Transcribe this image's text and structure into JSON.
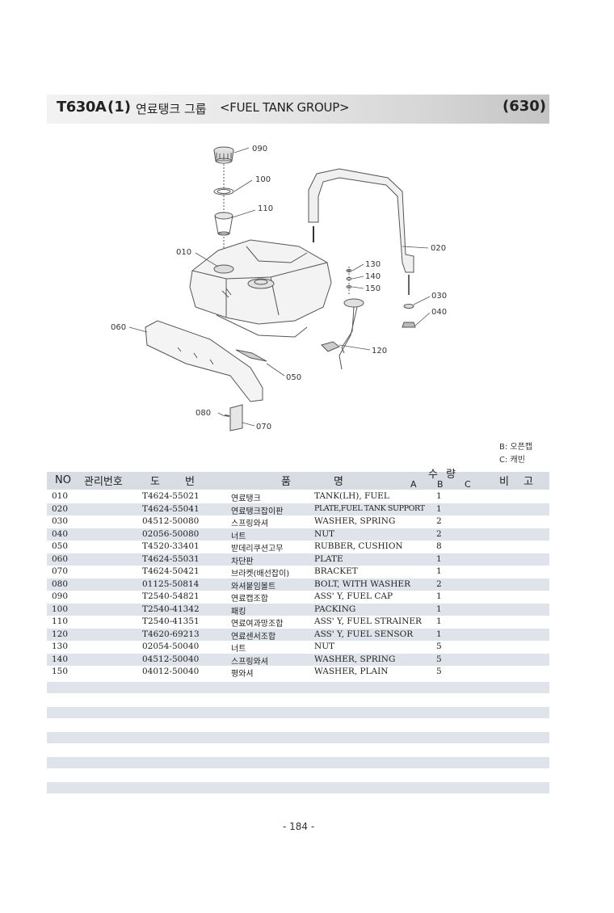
{
  "title": {
    "code": "T630A",
    "sub": "(1)",
    "korean": "연료탱크 그룹",
    "english": "<FUEL TANK GROUP>",
    "page_code": "(630)"
  },
  "diagram": {
    "callouts": [
      "090",
      "100",
      "110",
      "010",
      "020",
      "130",
      "140",
      "150",
      "030",
      "040",
      "060",
      "120",
      "050",
      "080",
      "070"
    ]
  },
  "legend": {
    "b": "B: 오픈캡",
    "c": "C: 캐빈"
  },
  "table": {
    "headers": {
      "no": "NO",
      "mgmt": "관리번호",
      "drawing_1": "도",
      "drawing_2": "번",
      "name_1": "품",
      "name_2": "명",
      "qty_1": "수",
      "qty_2": "량",
      "qty_a": "A",
      "qty_b": "B",
      "qty_c": "C",
      "remarks_1": "비",
      "remarks_2": "고"
    },
    "rows": [
      {
        "no": "010",
        "part": "T4624-55021",
        "kor": "연료탱크",
        "eng": "TANK(LH), FUEL",
        "qty": "1"
      },
      {
        "no": "020",
        "part": "T4624-55041",
        "kor": "연료탱크잡이판",
        "eng": "PLATE,FUEL TANK SUPPORT",
        "qty": "1"
      },
      {
        "no": "030",
        "part": "04512-50080",
        "kor": "스프링와셔",
        "eng": "WASHER, SPRING",
        "qty": "2"
      },
      {
        "no": "040",
        "part": "02056-50080",
        "kor": "너트",
        "eng": "NUT",
        "qty": "2"
      },
      {
        "no": "050",
        "part": "T4520-33401",
        "kor": "받데리쿠션고무",
        "eng": "RUBBER, CUSHION",
        "qty": "8"
      },
      {
        "no": "060",
        "part": "T4624-55031",
        "kor": "차단판",
        "eng": "PLATE",
        "qty": "1"
      },
      {
        "no": "070",
        "part": "T4624-50421",
        "kor": "브라켓(배선잡이)",
        "eng": "BRACKET",
        "qty": "1"
      },
      {
        "no": "080",
        "part": "01125-50814",
        "kor": "와셔붙임볼트",
        "eng": "BOLT, WITH WASHER",
        "qty": "2"
      },
      {
        "no": "090",
        "part": "T2540-54821",
        "kor": "연료캡조합",
        "eng": "ASS' Y, FUEL CAP",
        "qty": "1"
      },
      {
        "no": "100",
        "part": "T2540-41342",
        "kor": "패킹",
        "eng": "PACKING",
        "qty": "1"
      },
      {
        "no": "110",
        "part": "T2540-41351",
        "kor": "연료여과망조합",
        "eng": "ASS' Y, FUEL STRAINER",
        "qty": "1"
      },
      {
        "no": "120",
        "part": "T4620-69213",
        "kor": "연료센서조합",
        "eng": "ASS' Y, FUEL SENSOR",
        "qty": "1"
      },
      {
        "no": "130",
        "part": "02054-50040",
        "kor": "너트",
        "eng": "NUT",
        "qty": "5"
      },
      {
        "no": "140",
        "part": "04512-50040",
        "kor": "스프링와셔",
        "eng": "WASHER, SPRING",
        "qty": "5"
      },
      {
        "no": "150",
        "part": "04012-50040",
        "kor": "평와셔",
        "eng": "WASHER, PLAIN",
        "qty": "5"
      }
    ]
  },
  "page_number": "- 184 -"
}
